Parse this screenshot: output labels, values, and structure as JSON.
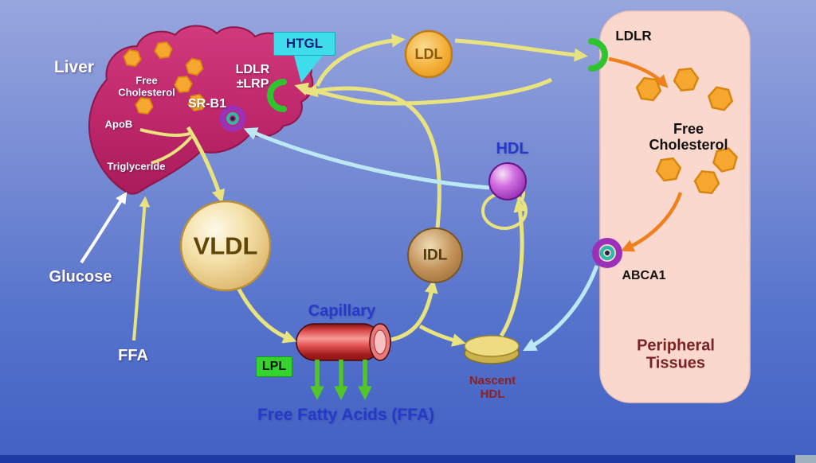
{
  "liver": {
    "label": "Liver",
    "free_cholesterol": {
      "line1": "Free",
      "line2": "Cholesterol"
    },
    "apob": "ApoB",
    "triglyceride": "Triglyceride",
    "ldlr": {
      "line1": "LDLR",
      "line2": "±LRP"
    },
    "srb1": "SR-B1",
    "htgl": "HTGL"
  },
  "inputs": {
    "glucose": "Glucose",
    "ffa": "FFA"
  },
  "particles": {
    "vldl": "VLDL",
    "ldl": "LDL",
    "idl": "IDL",
    "hdl": "HDL",
    "nascent_hdl": {
      "line1": "Nascent",
      "line2": "HDL"
    }
  },
  "capillary": {
    "label": "Capillary",
    "lpl": "LPL",
    "ffa_release": "Free Fatty Acids (FFA)"
  },
  "peripheral": {
    "ldlr": "LDLR",
    "free_cholesterol": {
      "line1": "Free",
      "line2": "Cholesterol"
    },
    "abca1": "ABCA1",
    "title": {
      "line1": "Peripheral",
      "line2": "Tissues"
    }
  },
  "colors": {
    "background_top": "#98A6DE",
    "background_bottom": "#4160C3",
    "bottom_bar": "#1D3AA5",
    "liver": "#C22A6E",
    "cholesterol_hexagon": "#F6A72F",
    "vldl_ball": "#F4E0A8",
    "ldl_ball": "#F3AE36",
    "idl_ball": "#C2925A",
    "hdl_ball": "#A832BE",
    "capillary_red": "#D94040",
    "peripheral_box": "#FAD8CE",
    "htgl_box": "#3FDCEC",
    "lpl_box": "#35D32F",
    "arrow_yellow": "#E9E37F",
    "arrow_cyan": "#BCE8F4",
    "arrow_orange": "#F07F1E",
    "arrow_green": "#52C528",
    "label_blue": "#2838C8",
    "label_dark_red": "#8F2020",
    "receptor_green": "#2FC32F",
    "transporter_purple": "#9C30B8",
    "transporter_teal": "#2FB9A9"
  }
}
